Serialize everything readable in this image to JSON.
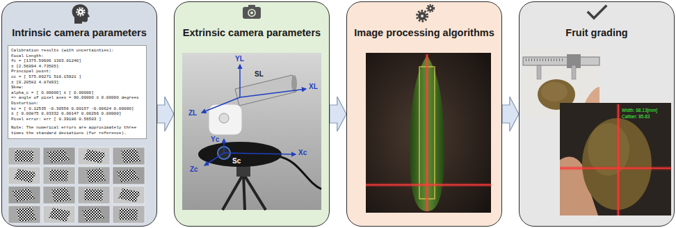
{
  "diagram": {
    "nodes": [
      {
        "text": [
          "Intrinsic camera parameters"
        ]
      },
      {
        "text": [
          "Calibration results (with uncertainties):",
          "Focal Length:",
          "fc = [1375.50606 1303.01240]",
          "± [2.56094 4.73505]",
          "Principal point:",
          "cc = [ 575.00271 510.15921 ]",
          "± [0.20582 4.87893]",
          "Skew:",
          "alpha_c = [ 0.00000] ± [ 0.00000]",
          "=> angle of pixel axes = 90.00000 ± 0.00000 degrees",
          "Distortion:",
          "kc = [ 0.12535 -0.30556 0.00157 -0.00624 0.00000]",
          "± [ 0.00875 0.03332 0.00147 0.00266 0.00000]",
          "Pixel error: err [ 0.39186 0.56503 ]",
          "Note: The numerical errors are approximately three times the standard deviations (for reference)."
        ],
        "in": 0
      },
      {
        "text": [
          "Extrinsic camera parameters"
        ]
      },
      {
        "text": [
          "Image processing algorithms"
        ]
      },
      {
        "text": [
          "Fruit grading"
        ]
      }
    ],
    "edges": [
      {
        "from": 0,
        "to": 2,
        "arrow": "to"
      },
      {
        "from": 2,
        "to": 3,
        "arrow": "to"
      },
      {
        "from": 3,
        "to": 4,
        "arrow": "to"
      }
    ],
    "labels": [
      "YL",
      "SL",
      "XL",
      "ZL",
      "Yc",
      "Xc",
      "Zc",
      "Sc",
      "Width: 68.13[mm]",
      "Caliber: 85.83"
    ]
  }
}
